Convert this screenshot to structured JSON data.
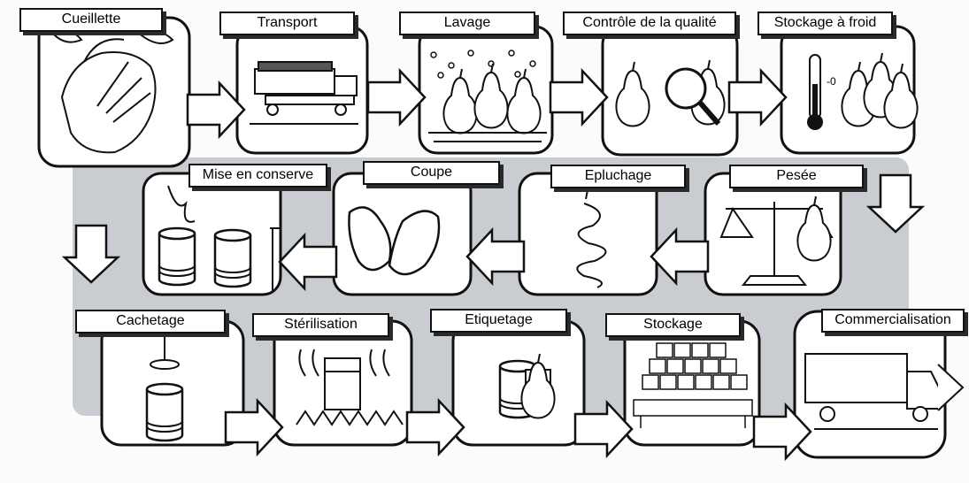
{
  "steps": [
    {
      "id": "cueillette",
      "label": "Cueillette",
      "icon": "hand-icon"
    },
    {
      "id": "transport",
      "label": "Transport",
      "icon": "truck-icon"
    },
    {
      "id": "lavage",
      "label": "Lavage",
      "icon": "water-drops-icon"
    },
    {
      "id": "controle",
      "label": "Contrôle de la qualité",
      "icon": "magnifier-icon"
    },
    {
      "id": "stockage-froid",
      "label": "Stockage à froid",
      "icon": "thermometer-icon"
    },
    {
      "id": "pesee",
      "label": "Pesée",
      "icon": "scale-icon"
    },
    {
      "id": "epluchage",
      "label": "Epluchage",
      "icon": "peel-icon"
    },
    {
      "id": "coupe",
      "label": "Coupe",
      "icon": "pear-halves-icon"
    },
    {
      "id": "mise-en-conserve",
      "label": "Mise en conserve",
      "icon": "can-icon"
    },
    {
      "id": "cachetage",
      "label": "Cachetage",
      "icon": "sealed-can-icon"
    },
    {
      "id": "sterilisation",
      "label": "Stérilisation",
      "icon": "flame-icon"
    },
    {
      "id": "etiquetage",
      "label": "Etiquetage",
      "icon": "labeled-can-icon"
    },
    {
      "id": "stockage",
      "label": "Stockage",
      "icon": "pallet-icon"
    },
    {
      "id": "commercialisation",
      "label": "Commercialisation",
      "icon": "delivery-truck-icon"
    }
  ],
  "thermometer_text": "-0"
}
